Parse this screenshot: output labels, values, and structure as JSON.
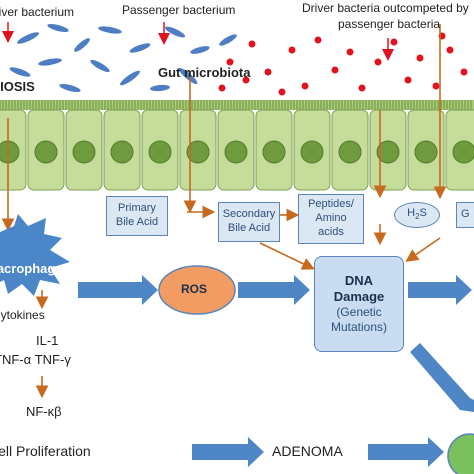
{
  "labels": {
    "driver_bacterium": "Driver bacterium",
    "passenger_bacterium": "Passenger bacterium",
    "driver_outcompeted_line1": "Driver bacteria outcompeted by",
    "driver_outcompeted_line2": "passenger bacteria",
    "gut_microbiota": "Gut microbiota",
    "dysbiosis": "DYSBIOSIS"
  },
  "boxes": {
    "primary_bile_acid": [
      "Primary",
      "Bile Acid"
    ],
    "secondary_bile_acid": [
      "Secondary",
      "Bile Acid"
    ],
    "peptides": [
      "Peptides/",
      "Amino",
      "acids"
    ],
    "h2s": "H2S",
    "right_cut": "G",
    "ros": "ROS",
    "dna_damage": {
      "title": "DNA",
      "title2": "Damage",
      "sub1": "(Genetic",
      "sub2": "Mutations)"
    }
  },
  "macrophage": "Macrophage",
  "cytokines": "Cytokines",
  "il1": "IL-1",
  "tnf": "TNF-α  TNF-γ",
  "nfkb": "NF-κβ",
  "cell_proliferation": "Cell Proliferation",
  "adenoma": "ADENOMA",
  "colors": {
    "cell_fill": "#c5dc9a",
    "nucleus": "#6f9a3e",
    "bacteria_blue": "#4d7ec3",
    "bacteria_red": "#e0141e",
    "arrow_orange": "#c56a1e",
    "arrow_blue": "#4f86c6",
    "ros": "#f29c64",
    "macrophage": "#4a86c8"
  }
}
